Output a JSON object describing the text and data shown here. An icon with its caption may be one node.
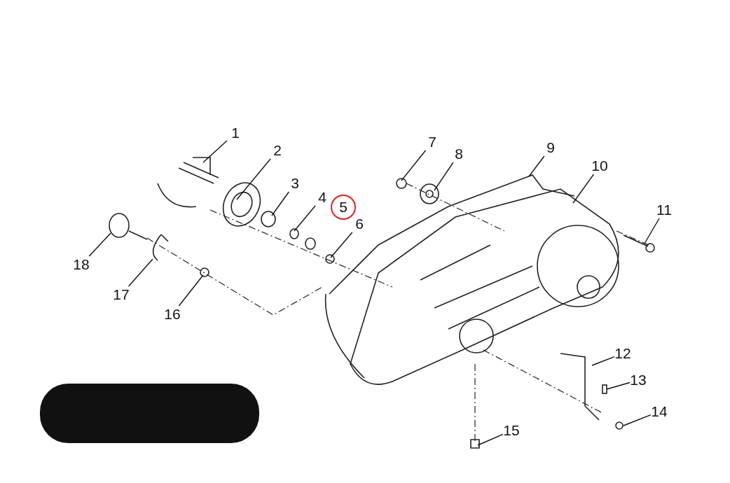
{
  "diagram": {
    "nodes": [
      {
        "text": [
          "1"
        ]
      },
      {
        "text": [
          "2"
        ]
      },
      {
        "text": [
          "3"
        ]
      },
      {
        "text": [
          "4"
        ]
      },
      {
        "text": [
          "5"
        ]
      },
      {
        "text": [
          "6"
        ]
      },
      {
        "text": [
          "7"
        ]
      },
      {
        "text": [
          "8"
        ]
      },
      {
        "text": [
          "9"
        ]
      },
      {
        "text": [
          "10"
        ]
      },
      {
        "text": [
          "11"
        ]
      },
      {
        "text": [
          "12"
        ]
      },
      {
        "text": [
          "13"
        ]
      },
      {
        "text": [
          "14"
        ]
      },
      {
        "text": [
          "15"
        ]
      },
      {
        "text": [
          "16"
        ]
      },
      {
        "text": [
          "17"
        ]
      },
      {
        "text": [
          "18"
        ]
      }
    ],
    "edges": [
      {
        "from": 0,
        "to": null,
        "arrow": "none"
      },
      {
        "from": 1,
        "to": null,
        "arrow": "none"
      },
      {
        "from": 2,
        "to": null,
        "arrow": "none"
      },
      {
        "from": 3,
        "to": null,
        "arrow": "none"
      },
      {
        "from": 5,
        "to": null,
        "arrow": "none"
      },
      {
        "from": 6,
        "to": null,
        "arrow": "none"
      },
      {
        "from": 7,
        "to": null,
        "arrow": "none"
      },
      {
        "from": 8,
        "to": null,
        "arrow": "none"
      },
      {
        "from": 9,
        "to": null,
        "arrow": "none"
      },
      {
        "from": 10,
        "to": null,
        "arrow": "none"
      },
      {
        "from": 11,
        "to": null,
        "arrow": "none"
      },
      {
        "from": 12,
        "to": null,
        "arrow": "none"
      },
      {
        "from": 13,
        "to": null,
        "arrow": "none"
      },
      {
        "from": 14,
        "to": null,
        "arrow": "none"
      },
      {
        "from": 15,
        "to": null,
        "arrow": "none"
      },
      {
        "from": 16,
        "to": null,
        "arrow": "none"
      },
      {
        "from": 17,
        "to": null,
        "arrow": "none"
      }
    ]
  }
}
